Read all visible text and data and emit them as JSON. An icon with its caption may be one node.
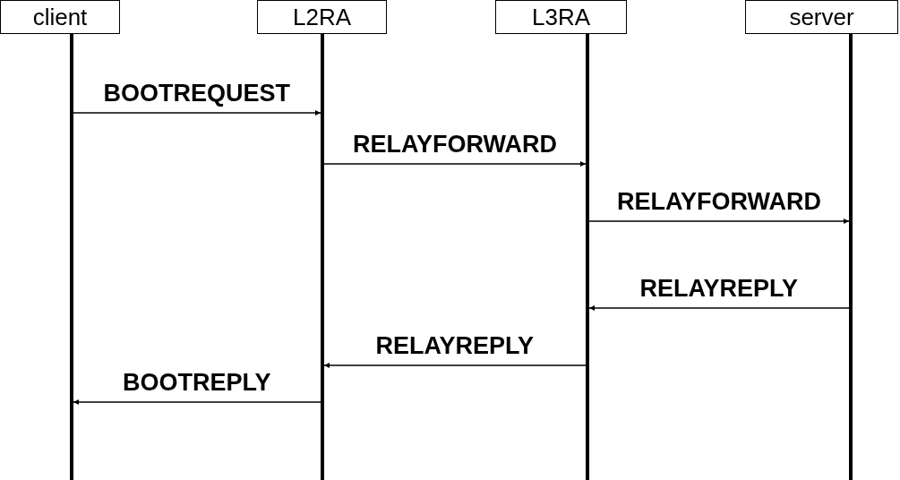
{
  "diagram": {
    "nodes": [
      {
        "text": [
          "client"
        ]
      },
      {
        "text": [
          "L2RA"
        ]
      },
      {
        "text": [
          "L3RA"
        ]
      },
      {
        "text": [
          "server"
        ]
      },
      {
        "text": [],
        "shape": "bar"
      },
      {
        "text": [],
        "shape": "bar"
      },
      {
        "text": [],
        "shape": "bar"
      },
      {
        "text": [],
        "shape": "bar"
      }
    ],
    "edges": [
      {
        "from": 4,
        "to": 5,
        "arrow": "to",
        "label": "BOOTREQUEST"
      },
      {
        "from": 5,
        "to": 6,
        "arrow": "to",
        "label": "RELAYFORWARD"
      },
      {
        "from": 6,
        "to": 7,
        "arrow": "to",
        "label": "RELAYFORWARD"
      },
      {
        "from": 7,
        "to": 6,
        "arrow": "to",
        "label": "RELAYREPLY"
      },
      {
        "from": 6,
        "to": 5,
        "arrow": "to",
        "label": "RELAYREPLY"
      },
      {
        "from": 5,
        "to": 4,
        "arrow": "to",
        "label": "BOOTREPLY"
      }
    ]
  }
}
